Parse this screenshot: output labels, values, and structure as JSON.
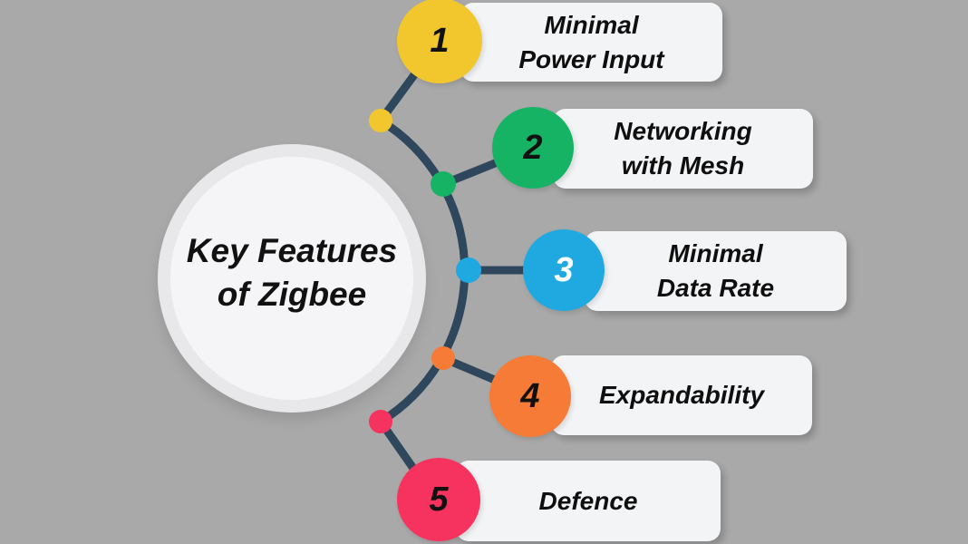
{
  "title": {
    "line1": "Key Features",
    "line2": "of Zigbee"
  },
  "items": [
    {
      "number": "1",
      "lines": [
        "Minimal",
        "Power Input"
      ],
      "color": "#F2C72E",
      "number_color": "#111111"
    },
    {
      "number": "2",
      "lines": [
        "Networking",
        "with Mesh"
      ],
      "color": "#16B365",
      "number_color": "#111111"
    },
    {
      "number": "3",
      "lines": [
        "Minimal",
        "Data Rate"
      ],
      "color": "#1FA9E0",
      "number_color": "#FFFFFF"
    },
    {
      "number": "4",
      "lines": [
        "Expandability"
      ],
      "color": "#F57B36",
      "number_color": "#111111"
    },
    {
      "number": "5",
      "lines": [
        "Defence"
      ],
      "color": "#F5335E",
      "number_color": "#111111"
    }
  ],
  "colors": {
    "background": "#A9A9A9",
    "card_background": "#F3F4F6",
    "center_ring": "#E8E8EA",
    "center_fill": "#F5F5F7",
    "connector": "#2E475C",
    "text": "#111111"
  }
}
